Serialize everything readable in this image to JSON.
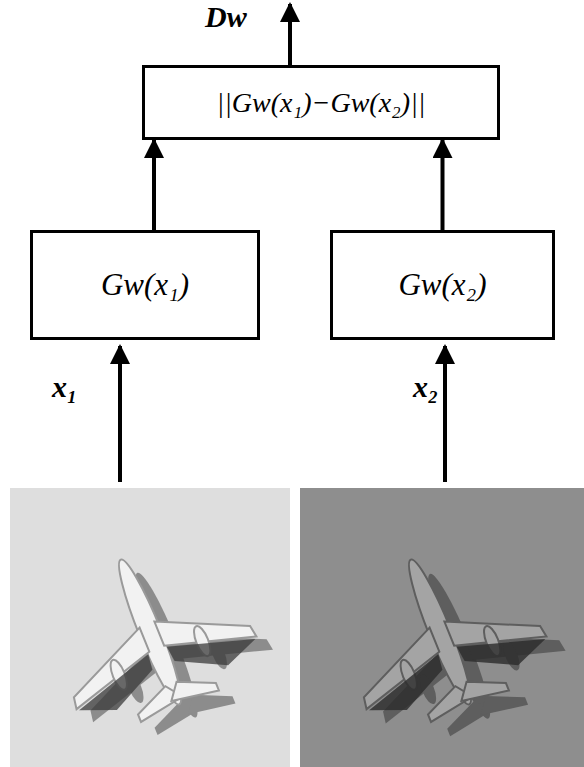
{
  "diagram": {
    "nodes": [
      {
        "text": [
          "||Gw(x₁)−Gw(x₂)||"
        ]
      },
      {
        "text": [
          "Gw(x₁)"
        ]
      },
      {
        "text": [
          "Gw(x₂)"
        ]
      }
    ],
    "edges": [
      {
        "from": 1,
        "to": 0,
        "arrow": "to"
      },
      {
        "from": 2,
        "to": 0,
        "arrow": "to"
      }
    ],
    "labels": [
      "Dw",
      "x₁",
      "x₂"
    ]
  }
}
